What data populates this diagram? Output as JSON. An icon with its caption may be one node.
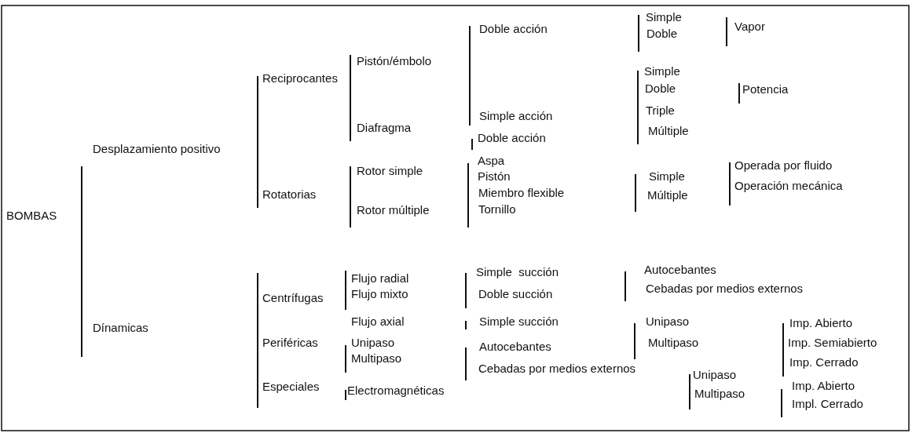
{
  "diagram": {
    "labels": [
      "BOMBAS",
      "Desplazamiento positivo",
      "Dínamicas",
      "Reciprocantes",
      "Rotatorias",
      "Pistón/émbolo",
      "Diafragma",
      "Rotor simple",
      "Rotor múltiple",
      "Doble acción",
      "Simple acción",
      "Doble acción",
      "Aspa",
      "Pistón",
      "Miembro flexible",
      "Tornillo",
      "Simple",
      "Doble",
      "Vapor",
      "Simple",
      "Doble",
      "Triple",
      "Múltiple",
      "Potencia",
      "Simple",
      "Múltiple",
      "Operada por fluido",
      "Operación mecánica",
      "Centrífugas",
      "Periféricas",
      "Especiales",
      "Flujo radial",
      "Flujo mixto",
      "Flujo axial",
      "Unipaso",
      "Multipaso",
      "Electromagnéticas",
      "Simple  succión",
      "Doble succión",
      "Simple succión",
      "Autocebantes",
      "Cebadas por medios externos",
      "Autocebantes",
      "Cebadas por medios externos",
      "Unipaso",
      "Multipaso",
      "Unipaso",
      "Multipaso",
      "Imp. Abierto",
      "Imp. Semiabierto",
      "Imp. Cerrado",
      "Imp. Abierto",
      "Impl. Cerrado"
    ]
  }
}
